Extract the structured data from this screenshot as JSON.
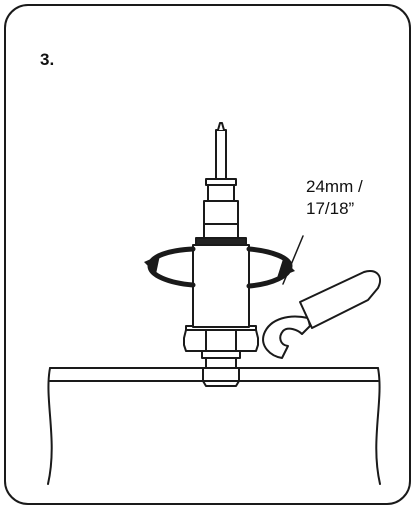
{
  "step": {
    "label": "3."
  },
  "callout": {
    "size_metric": "24mm /",
    "size_imperial": "17/18”"
  },
  "colors": {
    "line": "#1a1a1a",
    "fill": "#ffffff",
    "nut_dark": "#222222"
  }
}
